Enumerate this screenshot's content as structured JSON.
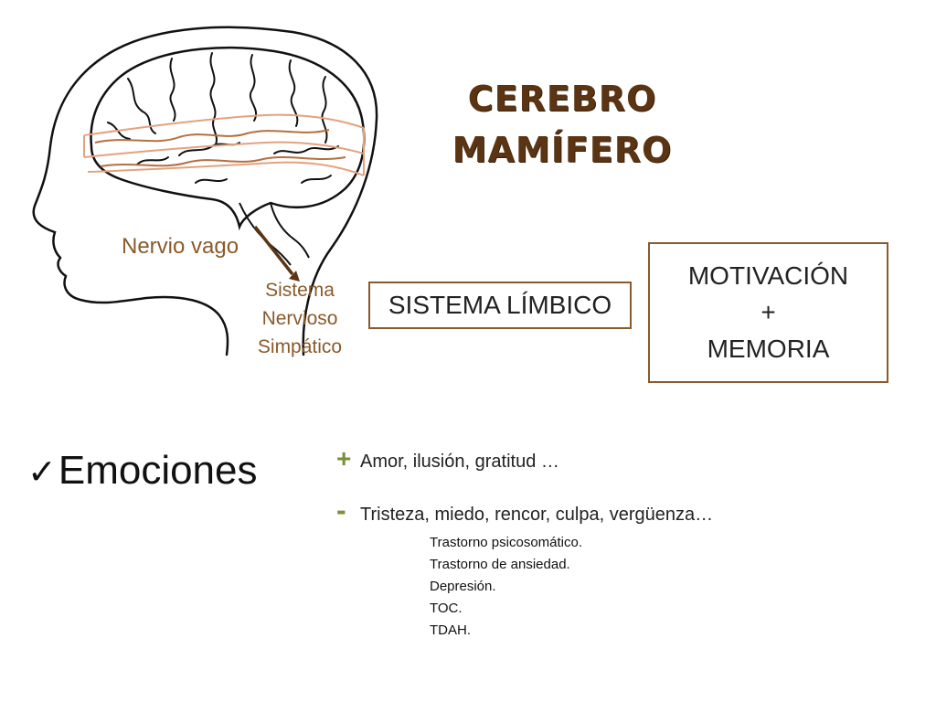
{
  "title": {
    "line1": "CEREBRO",
    "line2": "MAMÍFERO"
  },
  "colors": {
    "title": "#5b3513",
    "accent_brown": "#8a5a2b",
    "plus_minus": "#7a8f3a",
    "brain_band_line": "#e3a27f"
  },
  "labels": {
    "nervio_vago": "Nervio vago",
    "sistema": "Sistema",
    "nervioso": "Nervioso",
    "simpatico": "Simpático"
  },
  "boxes": {
    "limbico": "SISTEMA LÍMBICO",
    "motivacion": "MOTIVACIÓN",
    "plus": "+",
    "memoria": "MEMORIA"
  },
  "emociones": {
    "label": "Emociones",
    "positive_sign": "+",
    "positive": "Amor, ilusión, gratitud …",
    "negative_sign": "-",
    "negative": "Tristeza, miedo, rencor, culpa, vergüenza…"
  },
  "disorders": [
    "Trastorno psicosomático.",
    "Trastorno de ansiedad.",
    "Depresión.",
    "TOC.",
    "TDAH."
  ]
}
